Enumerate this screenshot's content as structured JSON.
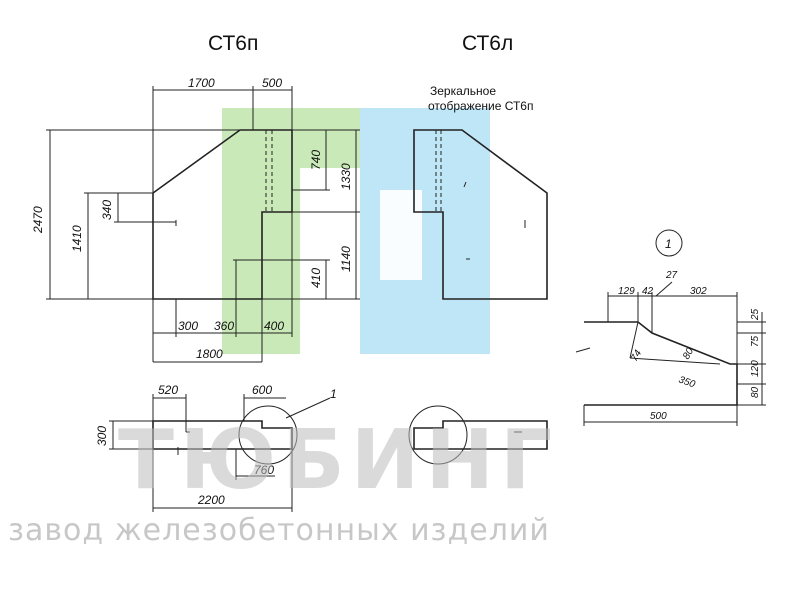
{
  "titles": {
    "left": "СТ6п",
    "right": "СТ6л"
  },
  "mirror_note": {
    "line1": "Зеркальное",
    "line2": "отображение СТ6п"
  },
  "dims": {
    "top_1700": "1700",
    "top_500": "500",
    "h_2470": "2470",
    "h_1410": "1410",
    "h_340": "340",
    "h_740": "740",
    "h_1330": "1330",
    "h_1140": "1140",
    "h_410": "410",
    "b_300": "300",
    "b_360": "360",
    "b_400": "400",
    "b_1800": "1800",
    "plan_520": "520",
    "plan_600": "600",
    "plan_300": "300",
    "plan_760": "760",
    "plan_2200": "2200",
    "callout_1": "1"
  },
  "detail": {
    "label": "1",
    "d_129": "129",
    "d_42": "42",
    "d_27": "27",
    "d_302": "302",
    "d_25": "25",
    "d_75": "75",
    "d_120": "120",
    "d_80a": "80",
    "d_74": "74",
    "d_80b": "80",
    "d_350": "350",
    "d_500": "500"
  },
  "watermark": {
    "brand": "ТЮБИНГ",
    "subtitle": "завод железобетонных изделий",
    "logo_colors": {
      "green": "#c9eab8",
      "blue": "#bfe6f7"
    }
  }
}
